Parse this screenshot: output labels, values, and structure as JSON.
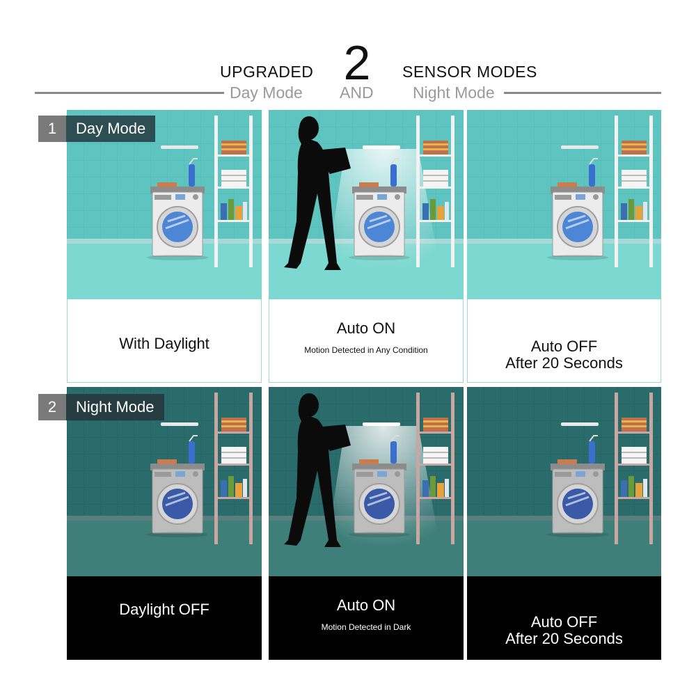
{
  "header": {
    "upgraded": "UPGRADED",
    "number": "2",
    "sensor_modes": "SENSOR MODES",
    "day_mode": "Day Mode",
    "and": "AND",
    "night_mode": "Night Mode"
  },
  "modes": [
    {
      "number": "1",
      "name": "Day Mode"
    },
    {
      "number": "2",
      "name": "Night Mode"
    }
  ],
  "day_panels": [
    {
      "main": "With Daylight",
      "sub": ""
    },
    {
      "main": "Auto ON",
      "sub": "Motion Detected in Any Condition"
    },
    {
      "main": "Auto OFF\nAfter 20 Seconds",
      "sub": ""
    }
  ],
  "night_panels": [
    {
      "main": "Daylight OFF",
      "sub": ""
    },
    {
      "main": "Auto ON",
      "sub": "Motion Detected in Dark"
    },
    {
      "main": "Auto OFF\nAfter 20 Seconds",
      "sub": ""
    }
  ],
  "colors": {
    "day_wall": "#5ec4c0",
    "day_floor": "#7cd8d0",
    "night_wall": "#2a6b6b",
    "night_floor": "#3f7f79",
    "tag_bg": "#2d4e52",
    "tag_num_bg": "#7a7a7a",
    "header_line": "#8a8a8a"
  }
}
